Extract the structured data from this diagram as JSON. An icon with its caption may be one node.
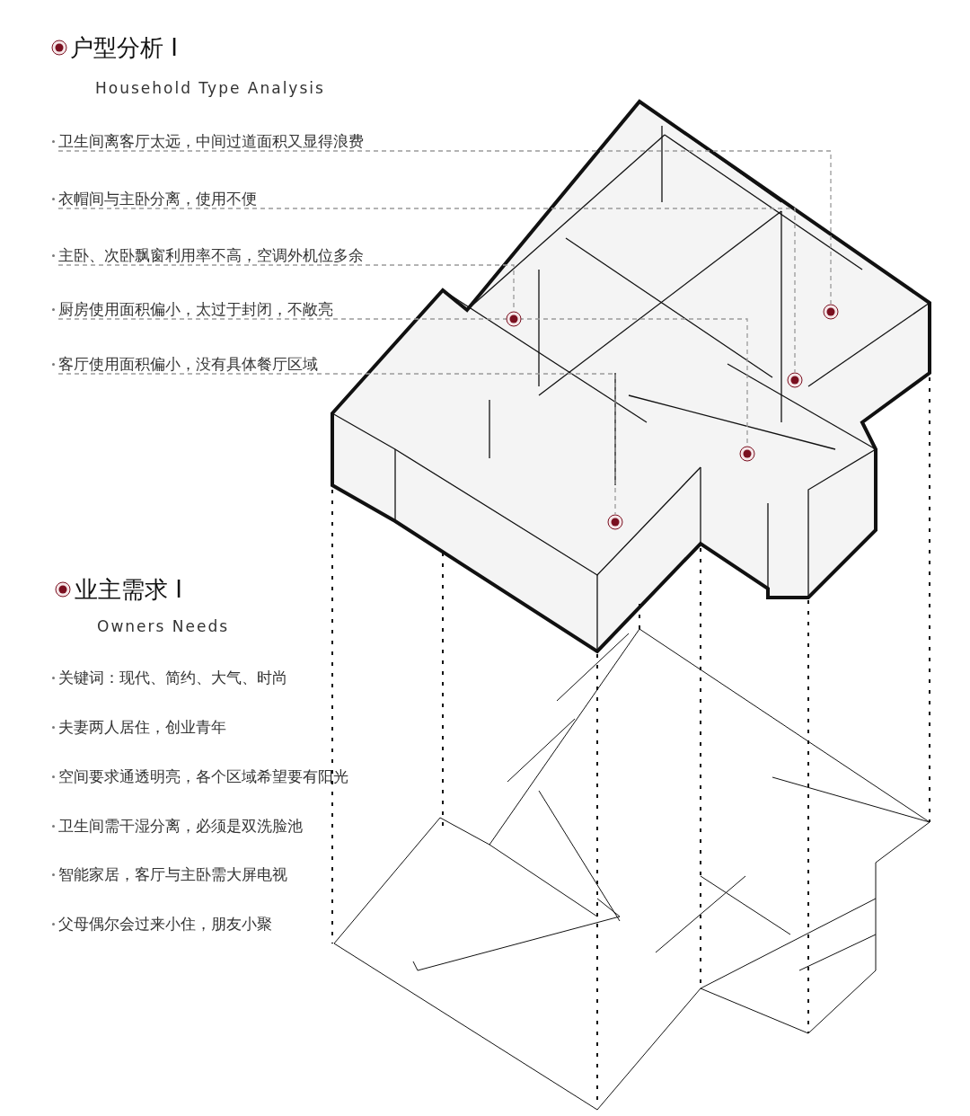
{
  "diagram": {
    "nodes": [
      {
        "text": [
          "卫生间离客厅太远，中间过道面积又显得浪费"
        ]
      },
      {
        "text": [
          "衣帽间与主卧分离，使用不便"
        ]
      },
      {
        "text": [
          "主卧、次卧飘窗利用率不高，空调外机位多余"
        ]
      },
      {
        "text": [
          "厨房使用面积偏小，太过于封闭，不敞亮"
        ]
      },
      {
        "text": [
          "客厅使用面积偏小，没有具体餐厅区域"
        ]
      },
      {
        "text": [],
        "shape": "circle"
      },
      {
        "text": [],
        "shape": "circle"
      },
      {
        "text": [],
        "shape": "circle"
      },
      {
        "text": [],
        "shape": "circle"
      },
      {
        "text": [],
        "shape": "circle"
      }
    ],
    "edges": [
      {
        "from": 0,
        "to": 9,
        "arrow": "none",
        "style": "dashed"
      },
      {
        "from": 1,
        "to": 8,
        "arrow": "none",
        "style": "dashed"
      },
      {
        "from": 2,
        "to": 5,
        "arrow": "none",
        "style": "dashed"
      },
      {
        "from": 3,
        "to": 7,
        "arrow": "none",
        "style": "dashed"
      },
      {
        "from": 4,
        "to": 6,
        "arrow": "none",
        "style": "dashed"
      }
    ],
    "labels": [
      "户型分析 I",
      "Household Type Analysis",
      "业主需求 I",
      "Owners Needs",
      "关键词：现代、简约、大气、时尚",
      "夫妻两人居住，创业青年",
      "空间要求通透明亮，各个区域希望要有阳光",
      "卫生间需干湿分离，必须是双洗脸池",
      "智能家居，客厅与主卧需大屏电视",
      "父母偶尔会过来小住，朋友小聚"
    ]
  }
}
